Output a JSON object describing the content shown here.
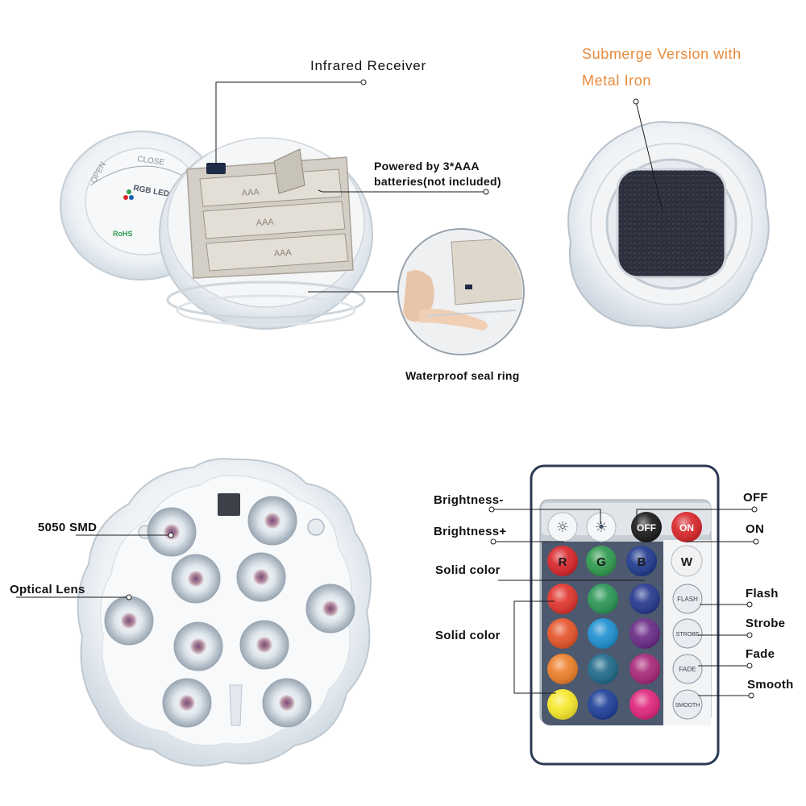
{
  "labels": {
    "infrared_receiver": "Infrared Receiver",
    "powered_line1": "Powered by 3*AAA",
    "powered_line2": "batteries(not included)",
    "waterproof_seal_ring": "Waterproof seal ring",
    "submerge_line1": "Submerge Version with",
    "submerge_line2": "Metal Iron",
    "smd_5050": "5050 SMD",
    "optical_lens": "Optical Lens",
    "brightness_minus": "Brightness-",
    "brightness_plus": "Brightness+",
    "solid_color_1": "Solid color",
    "solid_color_2": "Solid color",
    "off": "OFF",
    "on": "ON",
    "flash": "Flash",
    "strobe": "Strobe",
    "fade": "Fade",
    "smooth": "Smooth"
  },
  "product_text": {
    "open": "OPEN",
    "close": "CLOSE",
    "rgb_led": "RGB LED",
    "rohs": "RoHS",
    "battery_aaa": "AAA"
  },
  "remote": {
    "buttons": {
      "off": "OFF",
      "on": "ON",
      "r": "R",
      "g": "G",
      "b": "B",
      "w": "W",
      "flash": "FLASH",
      "strobe": "STROBE",
      "fade": "FADE",
      "smooth": "SMOOTH"
    },
    "colors": {
      "red": "#d8262a",
      "green": "#2f9a4e",
      "blue": "#203a8e",
      "white": "#f2f2f2",
      "grid": [
        "#e0352c",
        "#2a9656",
        "#27388f",
        "#e5542a",
        "#1e8fd0",
        "#6a2a86",
        "#ee7f2a",
        "#1f6a8a",
        "#a8287a",
        "#f7e82a",
        "#1e3f98",
        "#e0267c"
      ]
    }
  },
  "colors": {
    "annotation_orange": "#e88a3c",
    "remote_body": "#2c3a55",
    "metal_iron": "#2a2f3a"
  }
}
